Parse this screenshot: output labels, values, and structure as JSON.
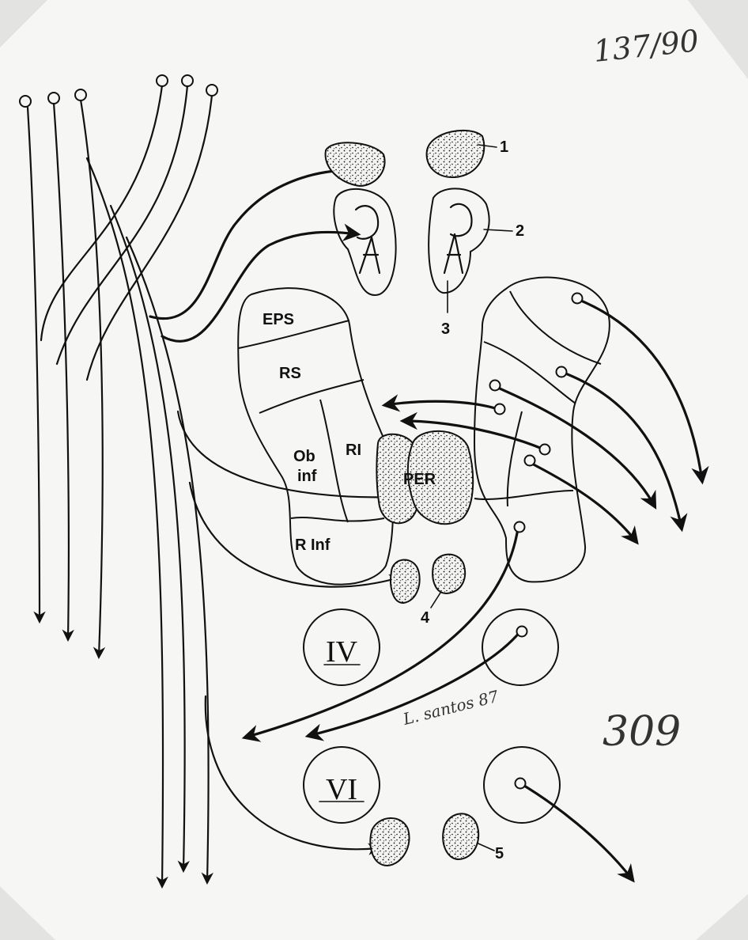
{
  "labels": {
    "eps": "EPS",
    "rs": "RS",
    "ob": "Ob",
    "inf": "inf",
    "ri": "RI",
    "rinf": "R Inf",
    "per": "PER",
    "roman_iv": "IV",
    "roman_vi": "VI"
  },
  "legend_numbers": [
    "1",
    "2",
    "3",
    "4",
    "5"
  ],
  "annotations": {
    "catalog_number": "137/90",
    "page_number": "309",
    "signature": "L. santos 87"
  },
  "colors": {
    "ink": "#111111",
    "paper": "#f6f6f4",
    "tape": "#e3e3e1"
  }
}
